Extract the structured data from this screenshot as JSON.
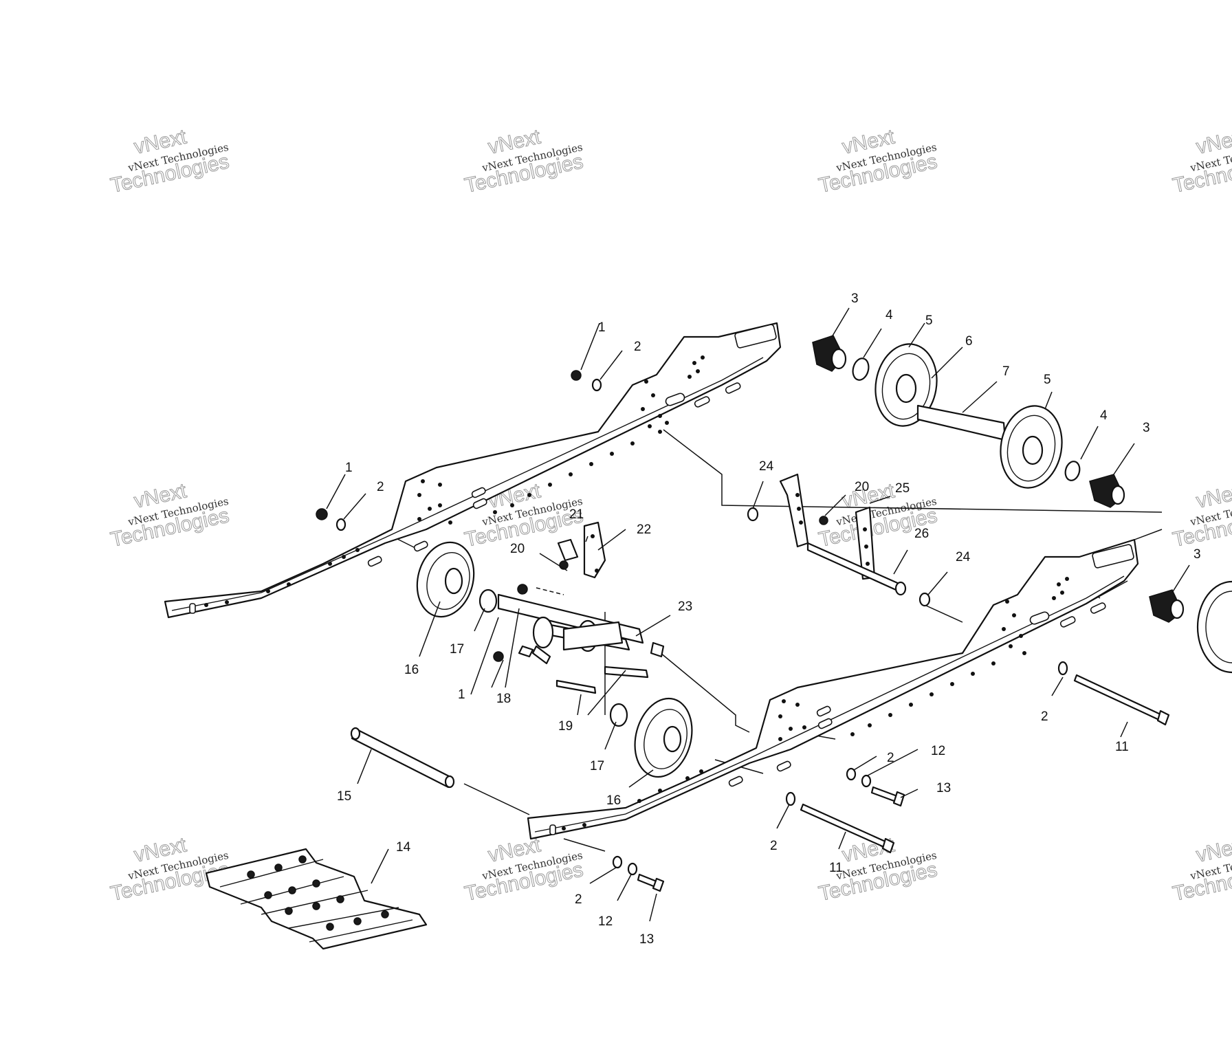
{
  "watermark": {
    "line1": "vNext",
    "line2": "vNext Technologies",
    "line3": "Technologies"
  },
  "callouts": {
    "c1_top": "1",
    "c2_top": "2",
    "c1_left": "1",
    "c2_left": "2",
    "c3_top": "3",
    "c4_top": "4",
    "c5_top": "5",
    "c6": "6",
    "c7": "7",
    "c5_mid": "5",
    "c4_mid": "4",
    "c3_mid": "3",
    "c3_right": "3",
    "c24_left": "24",
    "c20_right": "20",
    "c25": "25",
    "c26": "26",
    "c24_right": "24",
    "c21": "21",
    "c22": "22",
    "c20_left": "20",
    "c23": "23",
    "c16_left": "16",
    "c17_left": "17",
    "c1_bottom": "1",
    "c18": "18",
    "c19": "19",
    "c17_bottom": "17",
    "c16_bottom": "16",
    "c15": "15",
    "c14": "14",
    "c2_right": "2",
    "c11_right": "11",
    "c2_mid": "2",
    "c12_mid": "12",
    "c13_mid": "13",
    "c2_lower": "2",
    "c11_lower": "11",
    "c2_bottom": "2",
    "c12_bottom": "12",
    "c13_bottom": "13"
  }
}
